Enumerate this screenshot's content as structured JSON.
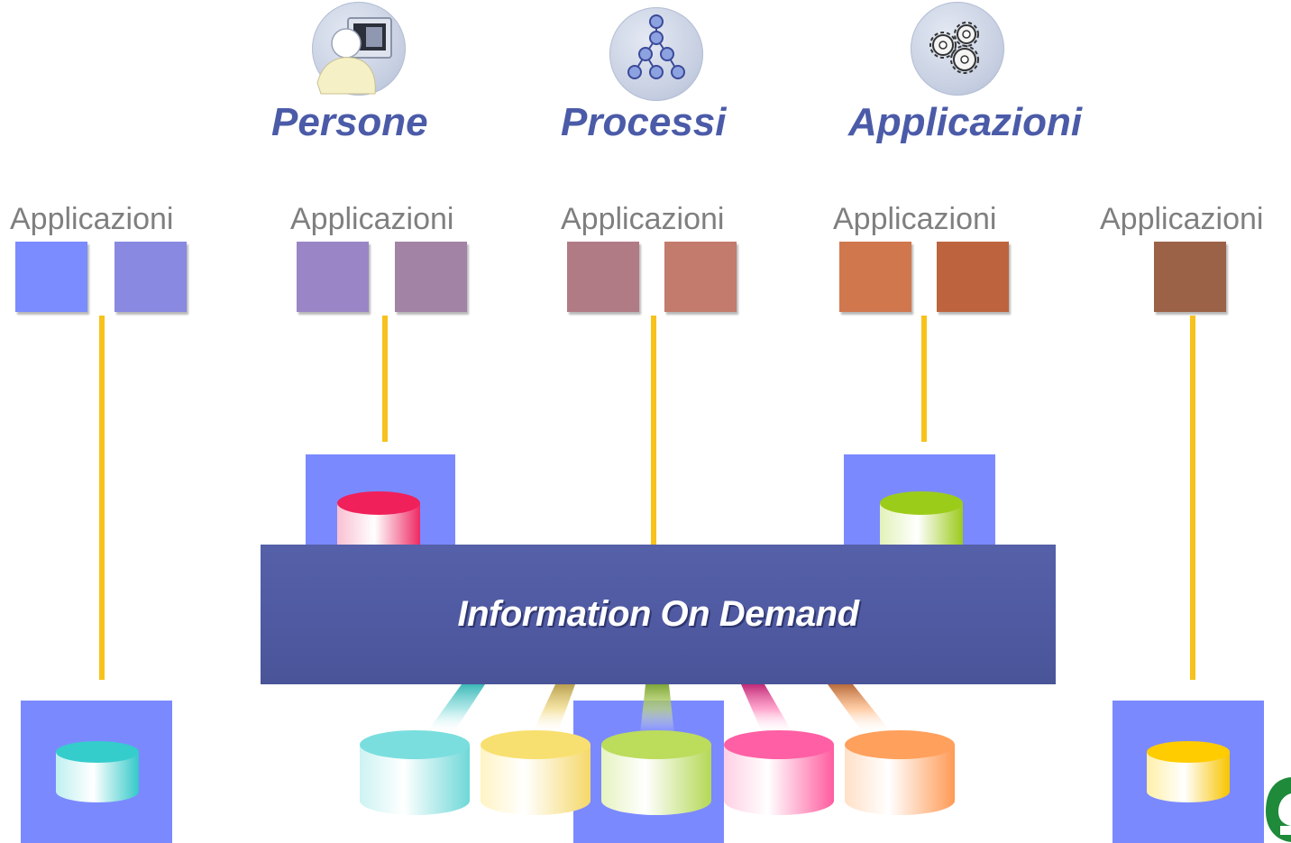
{
  "categories": [
    {
      "label": "Persone",
      "icon": "person-computer-icon"
    },
    {
      "label": "Processi",
      "icon": "process-network-icon"
    },
    {
      "label": "Applicazioni",
      "icon": "gears-icon"
    }
  ],
  "application_groups": [
    {
      "label": "Applicazioni",
      "box_colors": [
        "#7a8cff",
        "#8989e2"
      ]
    },
    {
      "label": "Applicazioni",
      "box_colors": [
        "#9a86c6",
        "#a283a6"
      ]
    },
    {
      "label": "Applicazioni",
      "box_colors": [
        "#b17b85",
        "#c37b6d"
      ]
    },
    {
      "label": "Applicazioni",
      "box_colors": [
        "#d0774e",
        "#bd643e"
      ]
    },
    {
      "label": "Applicazioni",
      "box_colors": [
        "#9b6248"
      ]
    }
  ],
  "banner": {
    "text": "Information On Demand"
  },
  "colors": {
    "connector": "#f7c21b",
    "tile": "#7b89ff",
    "banner": "#4f5aa2"
  },
  "databases": [
    {
      "name": "database-teal",
      "color": "#35cccc"
    },
    {
      "name": "database-pink",
      "color": "#f0205a"
    },
    {
      "name": "database-lime",
      "color": "#9ccc1a"
    },
    {
      "name": "database-yellow",
      "color": "#ffcc00"
    },
    {
      "name": "database-cyan",
      "color": "#7adede"
    },
    {
      "name": "database-light-yellow",
      "color": "#f8e070"
    },
    {
      "name": "database-green",
      "color": "#bcdc5c"
    },
    {
      "name": "database-magenta",
      "color": "#ff5fa4"
    },
    {
      "name": "database-orange",
      "color": "#ffa05c"
    }
  ]
}
